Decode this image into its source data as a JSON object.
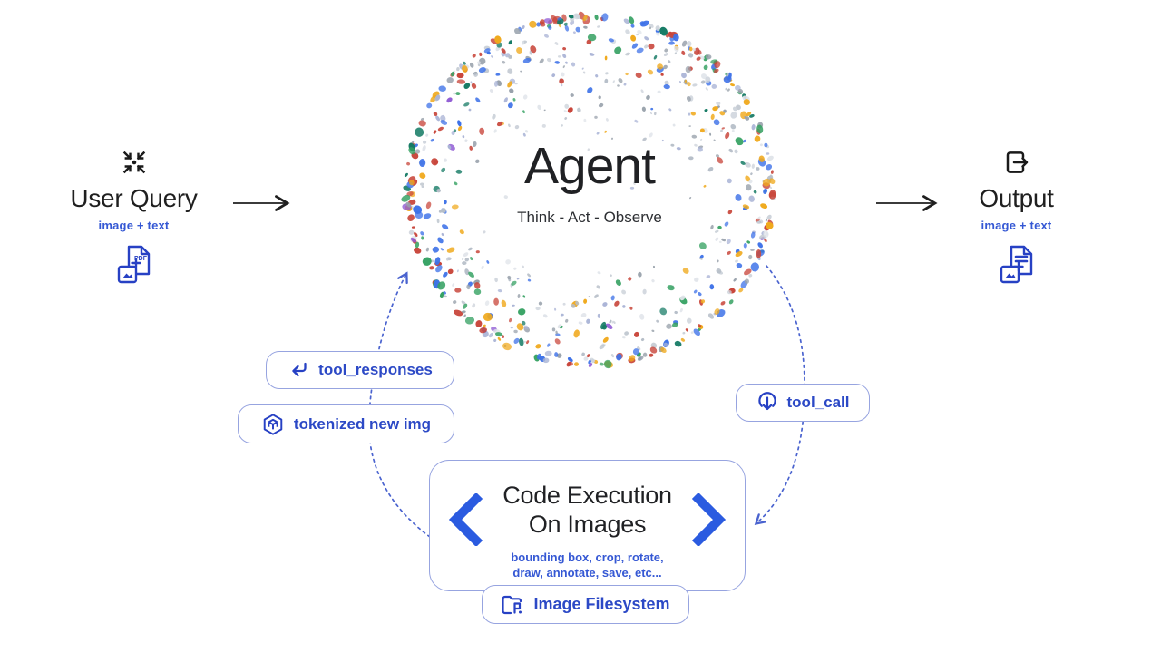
{
  "palette": {
    "ink": "#1f1f1f",
    "accent_text": "#2c49c6",
    "icon_blue": "#2741c4",
    "border_blue": "#97a4e0",
    "chevron_blue": "#2b5be0",
    "dash_blue": "#4a63cf",
    "subtitle_blue": "#3558d4"
  },
  "left_node": {
    "icon": "compress-icon",
    "title": "User Query",
    "subtitle": "image + text",
    "doc_icon": "pdf-image-icon",
    "doc_label": "PDF"
  },
  "agent_node": {
    "title": "Agent",
    "subtitle": "Think - Act - Observe"
  },
  "right_node": {
    "icon": "output-icon",
    "title": "Output",
    "subtitle": "image + text",
    "doc_icon": "document-image-icon"
  },
  "pills": {
    "tool_responses": {
      "icon": "return-arrow-icon",
      "label": "tool_responses"
    },
    "tokenized": {
      "icon": "token-cube-icon",
      "label": "tokenized new img"
    },
    "tool_call": {
      "icon": "arrow-down-circle-icon",
      "label": "tool_call"
    },
    "filesystem": {
      "icon": "image-folder-icon",
      "label": "Image Filesystem"
    }
  },
  "code_box": {
    "left_icon": "chevron-left-icon",
    "right_icon": "chevron-right-icon",
    "title_line1": "Code Execution",
    "title_line2": "On Images",
    "desc_line1": "bounding box, crop, rotate,",
    "desc_line2": "draw, annotate, save, etc..."
  },
  "sphere": {
    "seed": 24,
    "count": 900,
    "colors": [
      {
        "hex": "#c8453a",
        "w": 0.32
      },
      {
        "hex": "#3e72e8",
        "w": 0.25
      },
      {
        "hex": "#f0a91c",
        "w": 0.21
      },
      {
        "hex": "#35a162",
        "w": 0.12
      },
      {
        "hex": "#147a64",
        "w": 0.07
      },
      {
        "hex": "#8f5bd4",
        "w": 0.03
      }
    ],
    "grays": [
      "#b6bec8",
      "#ccd2da",
      "#98a1ab",
      "#dfe3e9",
      "#aab4d6"
    ]
  }
}
